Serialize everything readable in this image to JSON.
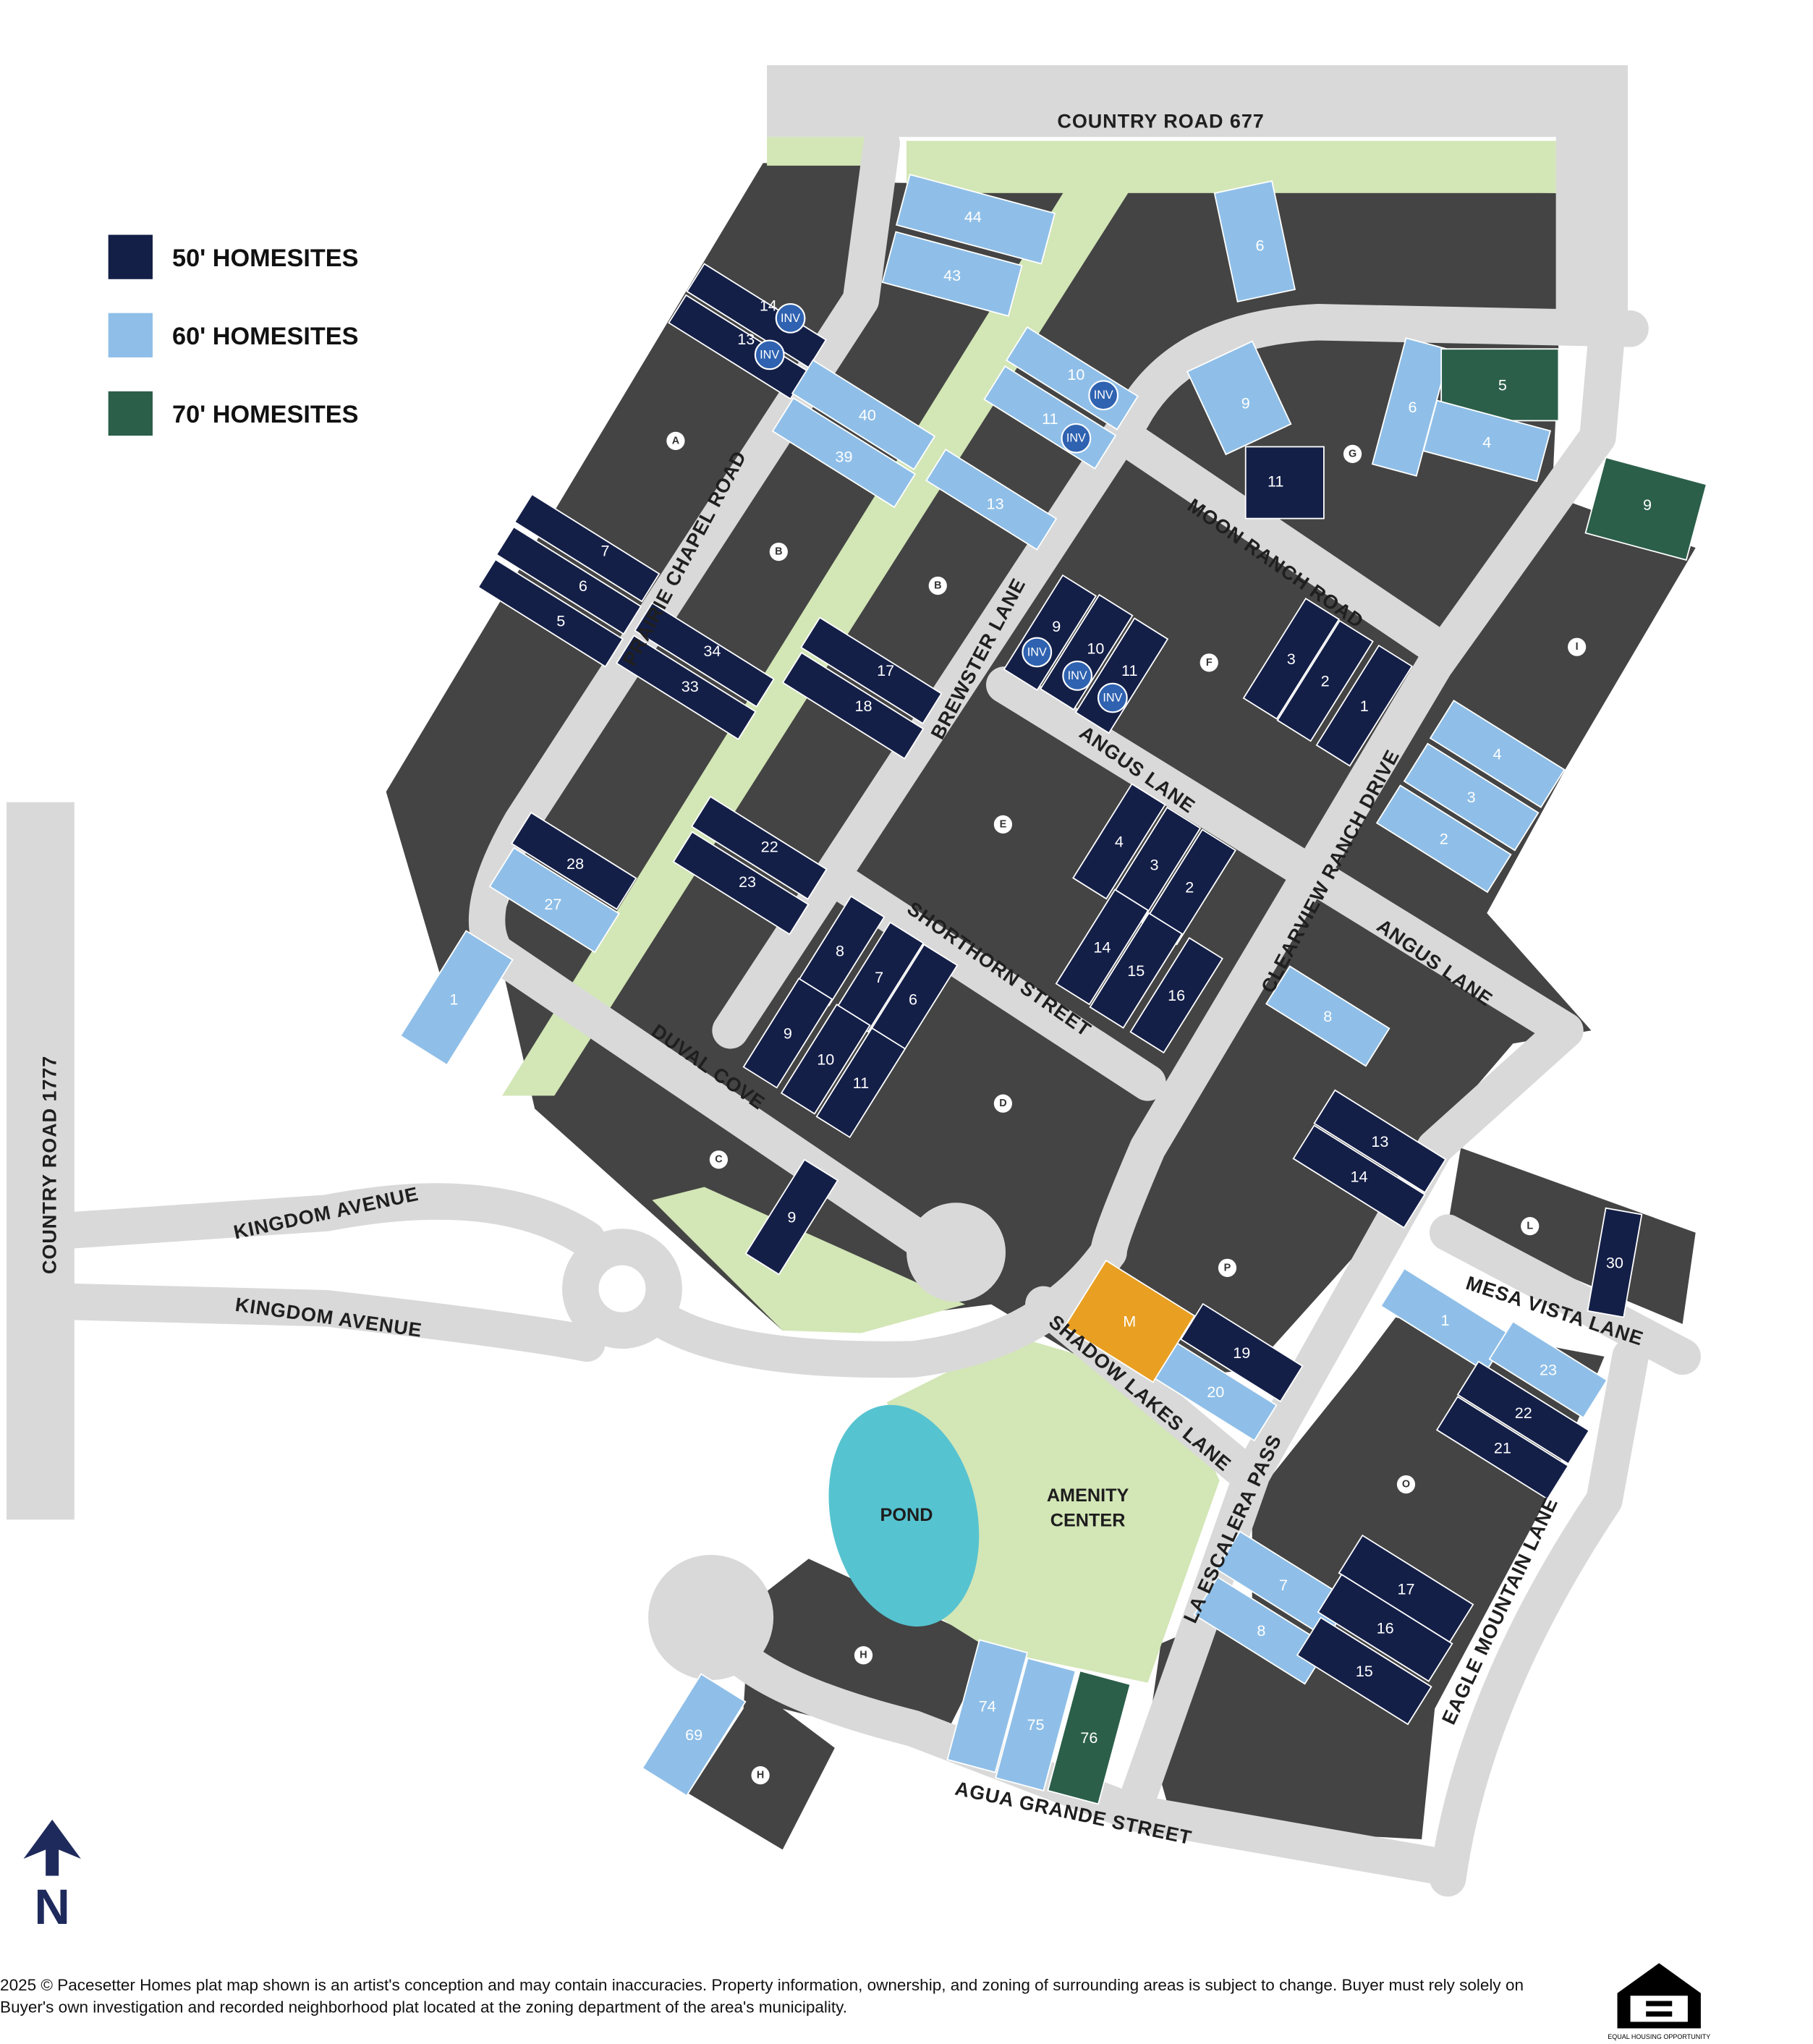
{
  "legend": [
    {
      "label": "50' HOMESITES",
      "color": "#141f48"
    },
    {
      "label": "60' HOMESITES",
      "color": "#8fbfe8"
    },
    {
      "label": "70' HOMESITES",
      "color": "#2b5f4a"
    }
  ],
  "colors": {
    "block": "#444444",
    "road": "#d9d9d9",
    "greenbelt": "#d3e6b6",
    "pond": "#56c3d0",
    "model": "#e99f22",
    "inv_badge": "#2f62b0"
  },
  "streets": [
    {
      "name": "COUNTRY ROAD 677"
    },
    {
      "name": "PRAIRIE CHAPEL ROAD"
    },
    {
      "name": "BREWSTER LANE"
    },
    {
      "name": "MOON RANCH ROAD"
    },
    {
      "name": "ANGUS LANE"
    },
    {
      "name": "ANGUS LANE"
    },
    {
      "name": "CLEARVIEW RANCH DRIVE"
    },
    {
      "name": "SHORTHORN STREET"
    },
    {
      "name": "DUVAL COVE"
    },
    {
      "name": "KINGDOM AVENUE"
    },
    {
      "name": "KINGDOM AVENUE"
    },
    {
      "name": "COUNTRY ROAD 1777"
    },
    {
      "name": "MESA VISTA LANE"
    },
    {
      "name": "SHADOW LAKES LANE"
    },
    {
      "name": "LA ESCALERA PASS"
    },
    {
      "name": "EAGLE MOUNTAIN LANE"
    },
    {
      "name": "AGUA GRANDE STREET"
    }
  ],
  "amenities": {
    "pond": "POND",
    "amenity_line1": "AMENITY",
    "amenity_line2": "CENTER"
  },
  "inv_label": "INV",
  "blocks": [
    "A",
    "B",
    "B",
    "C",
    "D",
    "E",
    "F",
    "G",
    "H",
    "H",
    "I",
    "L",
    "O",
    "P"
  ],
  "lots": [
    {
      "label": "14",
      "size": "50",
      "inv": true
    },
    {
      "label": "13",
      "size": "50",
      "inv": true
    },
    {
      "label": "7",
      "size": "50"
    },
    {
      "label": "6",
      "size": "50"
    },
    {
      "label": "5",
      "size": "50"
    },
    {
      "label": "34",
      "size": "50"
    },
    {
      "label": "33",
      "size": "50"
    },
    {
      "label": "17",
      "size": "50"
    },
    {
      "label": "18",
      "size": "50"
    },
    {
      "label": "22",
      "size": "50"
    },
    {
      "label": "23",
      "size": "50"
    },
    {
      "label": "28",
      "size": "50"
    },
    {
      "label": "27",
      "size": "60"
    },
    {
      "label": "1",
      "size": "60"
    },
    {
      "label": "44",
      "size": "60"
    },
    {
      "label": "43",
      "size": "60"
    },
    {
      "label": "40",
      "size": "60"
    },
    {
      "label": "39",
      "size": "60"
    },
    {
      "label": "13",
      "size": "60"
    },
    {
      "label": "10",
      "size": "60",
      "inv": true
    },
    {
      "label": "11",
      "size": "60",
      "inv": true
    },
    {
      "label": "6",
      "size": "60"
    },
    {
      "label": "9",
      "size": "60"
    },
    {
      "label": "11",
      "size": "50"
    },
    {
      "label": "6",
      "size": "60"
    },
    {
      "label": "5",
      "size": "70"
    },
    {
      "label": "4",
      "size": "60"
    },
    {
      "label": "9",
      "size": "70"
    },
    {
      "label": "9",
      "size": "50",
      "inv": true
    },
    {
      "label": "10",
      "size": "50",
      "inv": true
    },
    {
      "label": "11",
      "size": "50",
      "inv": true
    },
    {
      "label": "3",
      "size": "50"
    },
    {
      "label": "2",
      "size": "50"
    },
    {
      "label": "1",
      "size": "50"
    },
    {
      "label": "4",
      "size": "50"
    },
    {
      "label": "3",
      "size": "50"
    },
    {
      "label": "2",
      "size": "50"
    },
    {
      "label": "14",
      "size": "50"
    },
    {
      "label": "15",
      "size": "50"
    },
    {
      "label": "16",
      "size": "50"
    },
    {
      "label": "8",
      "size": "50"
    },
    {
      "label": "7",
      "size": "50"
    },
    {
      "label": "6",
      "size": "50"
    },
    {
      "label": "9",
      "size": "50"
    },
    {
      "label": "10",
      "size": "50"
    },
    {
      "label": "11",
      "size": "50"
    },
    {
      "label": "4",
      "size": "60"
    },
    {
      "label": "3",
      "size": "60"
    },
    {
      "label": "2",
      "size": "60"
    },
    {
      "label": "8",
      "size": "60"
    },
    {
      "label": "13",
      "size": "50"
    },
    {
      "label": "14",
      "size": "50"
    },
    {
      "label": "9",
      "size": "50"
    },
    {
      "label": "30",
      "size": "50"
    },
    {
      "label": "1",
      "size": "60"
    },
    {
      "label": "23",
      "size": "60"
    },
    {
      "label": "22",
      "size": "50"
    },
    {
      "label": "21",
      "size": "50"
    },
    {
      "label": "19",
      "size": "50"
    },
    {
      "label": "20",
      "size": "60"
    },
    {
      "label": "M",
      "size": "model"
    },
    {
      "label": "7",
      "size": "60"
    },
    {
      "label": "8",
      "size": "60"
    },
    {
      "label": "17",
      "size": "50"
    },
    {
      "label": "16",
      "size": "50"
    },
    {
      "label": "15",
      "size": "50"
    },
    {
      "label": "69",
      "size": "60"
    },
    {
      "label": "74",
      "size": "60"
    },
    {
      "label": "75",
      "size": "60"
    },
    {
      "label": "76",
      "size": "70"
    }
  ],
  "north_label": "N",
  "footer": {
    "line1": "2025 © Pacesetter Homes plat map shown is an artist's conception and may contain inaccuracies. Property information, ownership, and zoning of surrounding areas is subject to change. Buyer must rely solely on",
    "line2": "Buyer's own investigation and recorded neighborhood plat located at the zoning department of the area's municipality."
  },
  "equal_housing": "EQUAL HOUSING OPPORTUNITY"
}
